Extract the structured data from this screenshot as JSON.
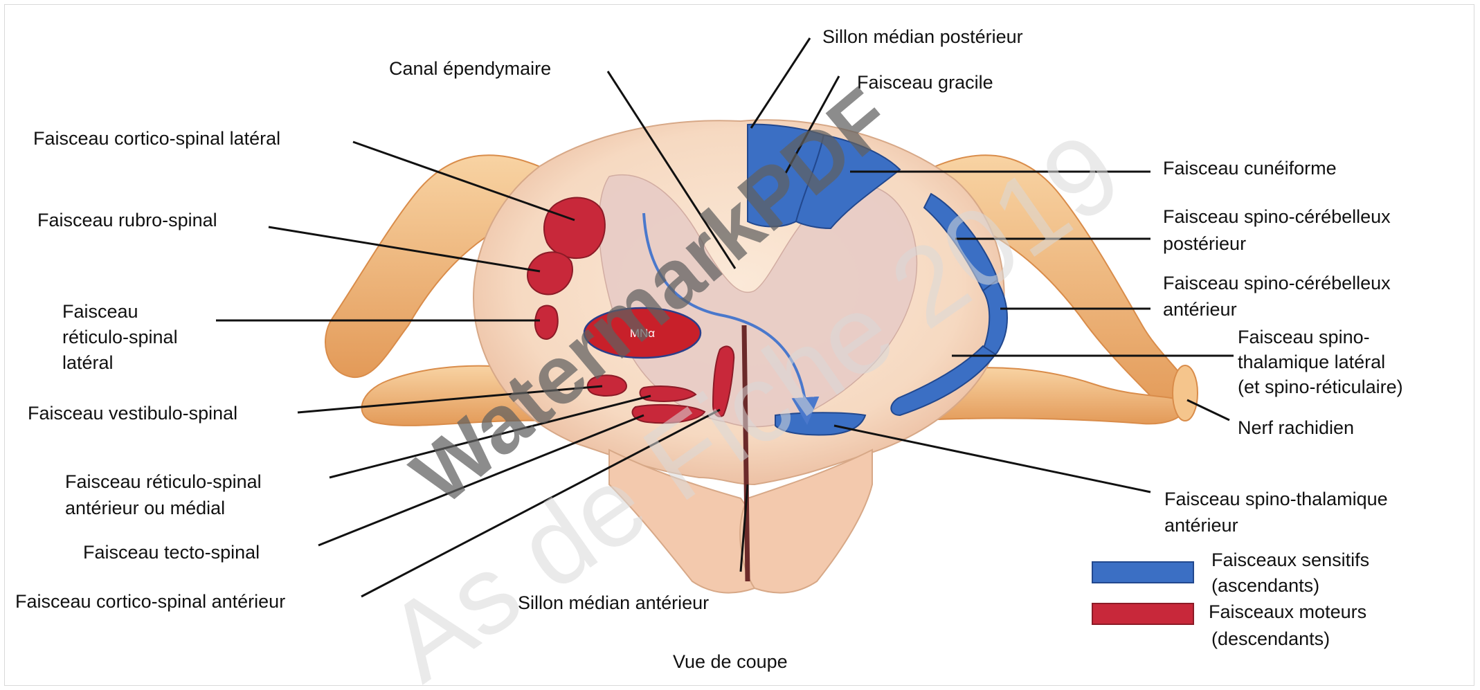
{
  "diagram": {
    "caption": "Vue de coupe",
    "center_marker": "MNα",
    "watermark_main": "WatermarkPDF",
    "watermark_secondary": "As de Fiche 2019",
    "labels": {
      "canal_ependymaire": "Canal épendymaire",
      "sillon_median_posterieur": "Sillon médian postérieur",
      "faisceau_gracile": "Faisceau gracile",
      "faisceau_cuneiforme": "Faisceau cunéiforme",
      "spino_cereb_post_1": "Faisceau spino-cérébelleux",
      "spino_cereb_post_2": "postérieur",
      "spino_cereb_ant_1": "Faisceau spino-cérébelleux",
      "spino_cereb_ant_2": "antérieur",
      "spino_thal_lat_1": "Faisceau spino-",
      "spino_thal_lat_2": "thalamique latéral",
      "spino_thal_lat_3": "(et spino-réticulaire)",
      "nerf_rachidien": "Nerf rachidien",
      "spino_thal_ant_1": "Faisceau spino-thalamique",
      "spino_thal_ant_2": "antérieur",
      "cortico_spinal_lat": "Faisceau cortico-spinal latéral",
      "rubro_spinal": "Faisceau rubro-spinal",
      "reticulo_spinal_lat_1": "Faisceau",
      "reticulo_spinal_lat_2": "réticulo-spinal",
      "reticulo_spinal_lat_3": "latéral",
      "vestibulo_spinal": "Faisceau vestibulo-spinal",
      "reticulo_spinal_ant_1": "Faisceau réticulo-spinal",
      "reticulo_spinal_ant_2": "antérieur ou médial",
      "tecto_spinal": "Faisceau tecto-spinal",
      "cortico_spinal_ant": "Faisceau cortico-spinal antérieur",
      "sillon_median_anterieur": "Sillon médian antérieur"
    },
    "legend": {
      "sensitive_1": "Faisceaux sensitifs",
      "sensitive_2": "(ascendants)",
      "motor_1": "Faisceaux moteurs",
      "motor_2": "(descendants)"
    },
    "colors": {
      "sensitive": "#3b6fc4",
      "motor": "#c8283a",
      "white_matter": "#f6dcc6",
      "gray_matter": "#e6c8c0",
      "nerve": "#f2c088",
      "arrow": "#4a78cc"
    }
  }
}
